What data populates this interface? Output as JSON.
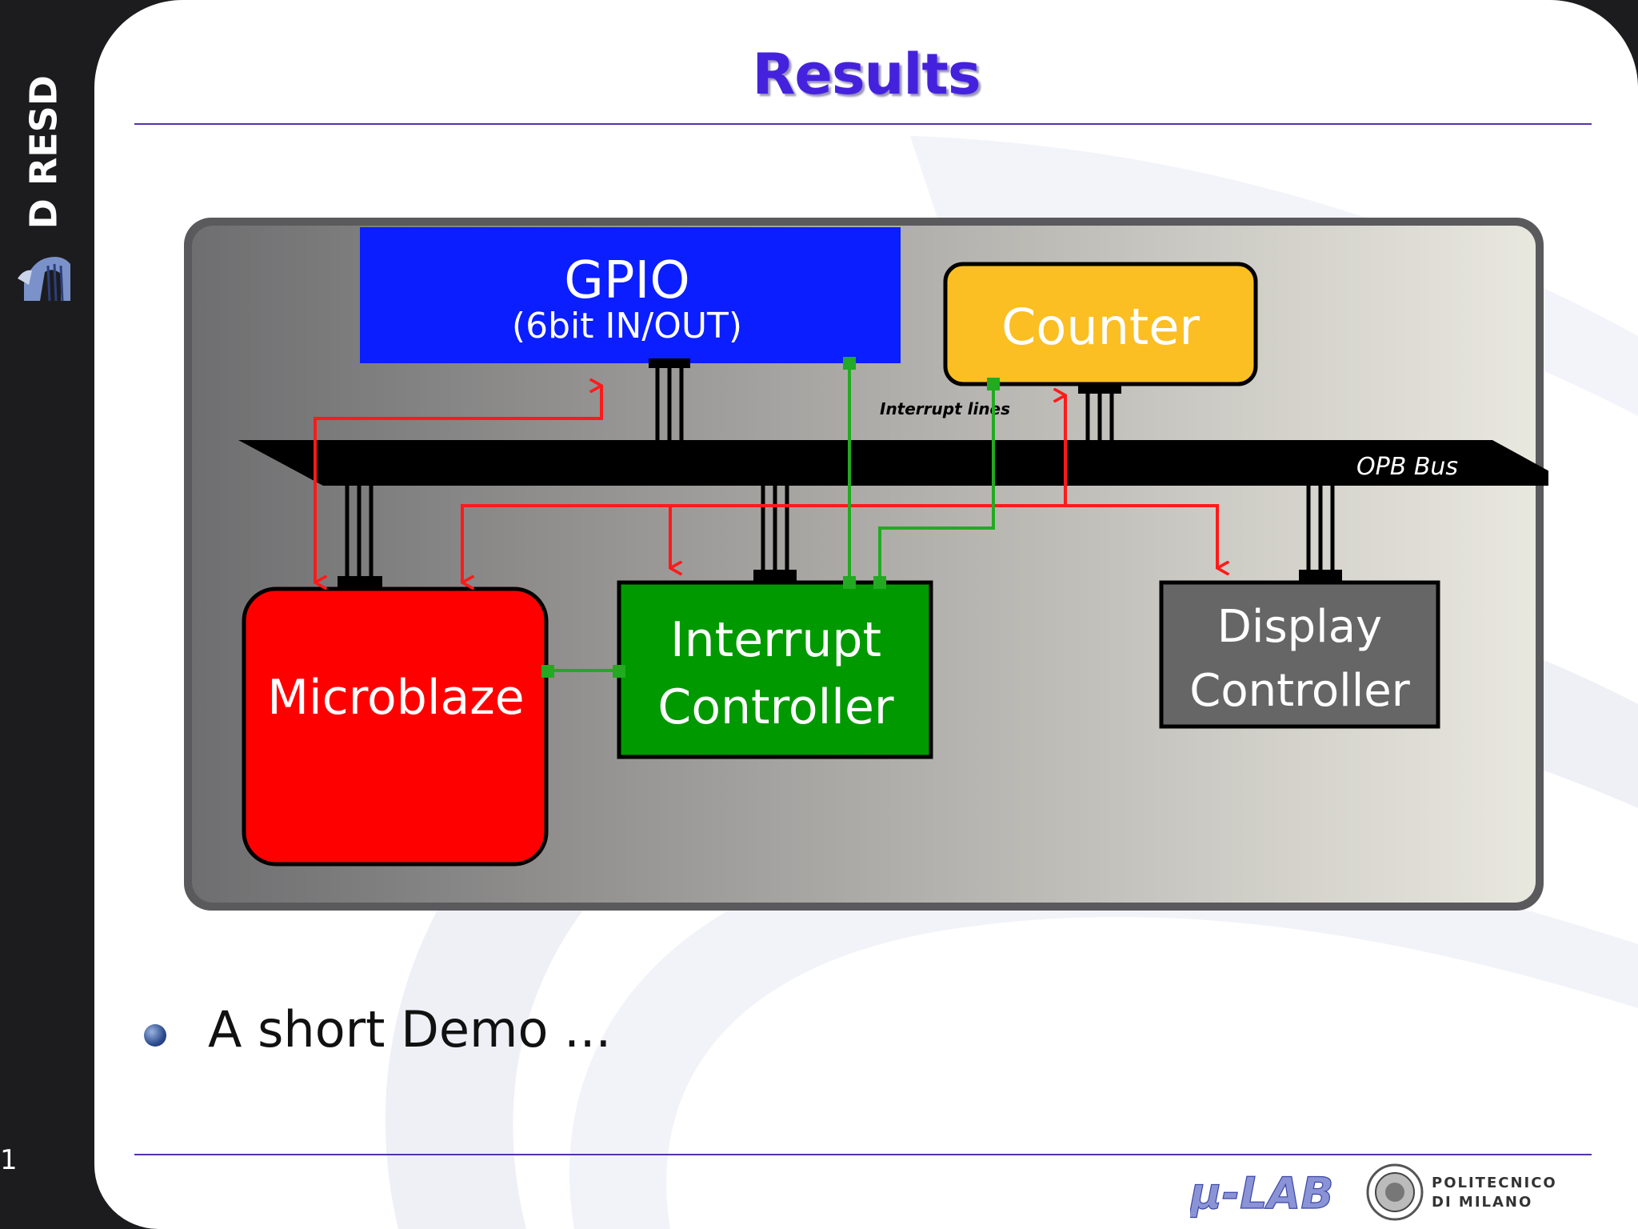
{
  "sidebar": {
    "brand_text": "D RESD",
    "page_number": "1"
  },
  "slide": {
    "title": "Results",
    "bullet": "A short Demo ..."
  },
  "diagram": {
    "gpio_title": "GPIO",
    "gpio_subtitle": "(6bit IN/OUT)",
    "counter_label": "Counter",
    "interrupt_lines_label": "Interrupt lines",
    "bus_label": "OPB Bus",
    "microblaze_label": "Microblaze",
    "interrupt_controller_line1": "Interrupt",
    "interrupt_controller_line2": "Controller",
    "display_controller_line1": "Display",
    "display_controller_line2": "Controller"
  },
  "footer": {
    "mu_lab_logo": "μ-LAB",
    "polimi_line1": "POLITECNICO",
    "polimi_line2": "DI MILANO"
  },
  "colors": {
    "title": "#4422dd",
    "gpio": "#0a1eff",
    "counter": "#fbbf24",
    "microblaze": "#ff0000",
    "interrupt_controller": "#009900",
    "display_controller": "#666666",
    "arrow_red": "#ff1a1a",
    "wire_green": "#22aa22",
    "sidebar": "#1c1c1e"
  }
}
